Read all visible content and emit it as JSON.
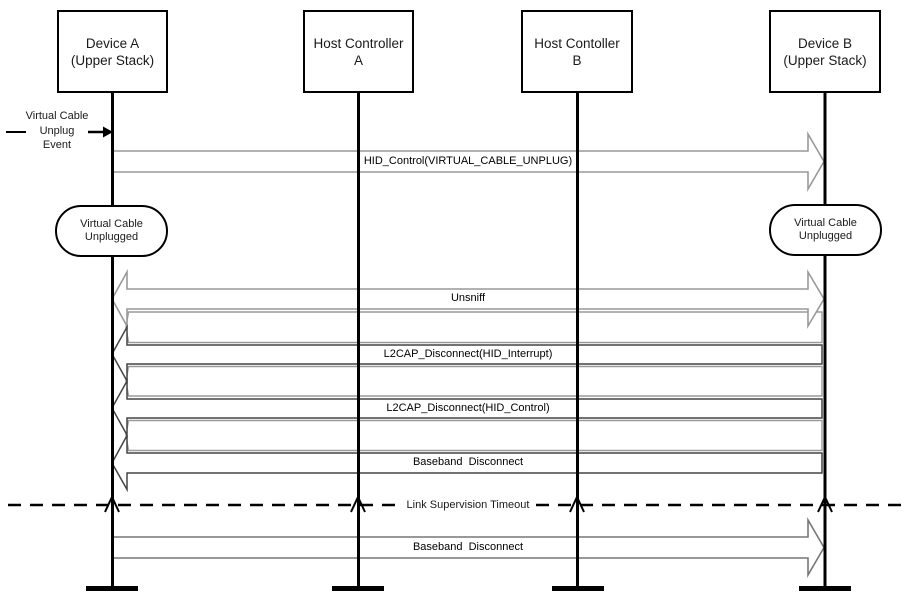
{
  "diagram": {
    "actors": [
      {
        "line1": "Device A",
        "line2": "(Upper Stack)"
      },
      {
        "line1": "Host Controller",
        "line2": "A"
      },
      {
        "line1": "Host Contoller",
        "line2": "B"
      },
      {
        "line1": "Device B",
        "line2": "(Upper Stack)"
      }
    ],
    "event_label": {
      "line1": "Virtual Cable",
      "line2": "Unplug",
      "line3": "Event"
    },
    "state_ovals": [
      {
        "side": "left",
        "line1": "Virtual Cable",
        "line2": "Unplugged"
      },
      {
        "side": "right",
        "line1": "Virtual Cable",
        "line2": "Unplugged"
      }
    ],
    "messages": [
      {
        "label": "HID_Control(VIRTUAL_CABLE_UNPLUG)",
        "direction": "right"
      },
      {
        "label": "Unsniff",
        "direction": "both"
      },
      {
        "label": "L2CAP_Disconnect(HID_Interrupt)",
        "direction": "left"
      },
      {
        "label": "L2CAP_Disconnect(HID_Control)",
        "direction": "left"
      },
      {
        "label": "Baseband  Disconnect",
        "direction": "left"
      },
      {
        "label": "Baseband  Disconnect",
        "direction": "right"
      }
    ],
    "timeout_label": "Link Supervision Timeout",
    "colors": {
      "line": "#000000",
      "arrow_gray": "#999999",
      "arrow_dark": "#444444"
    }
  }
}
